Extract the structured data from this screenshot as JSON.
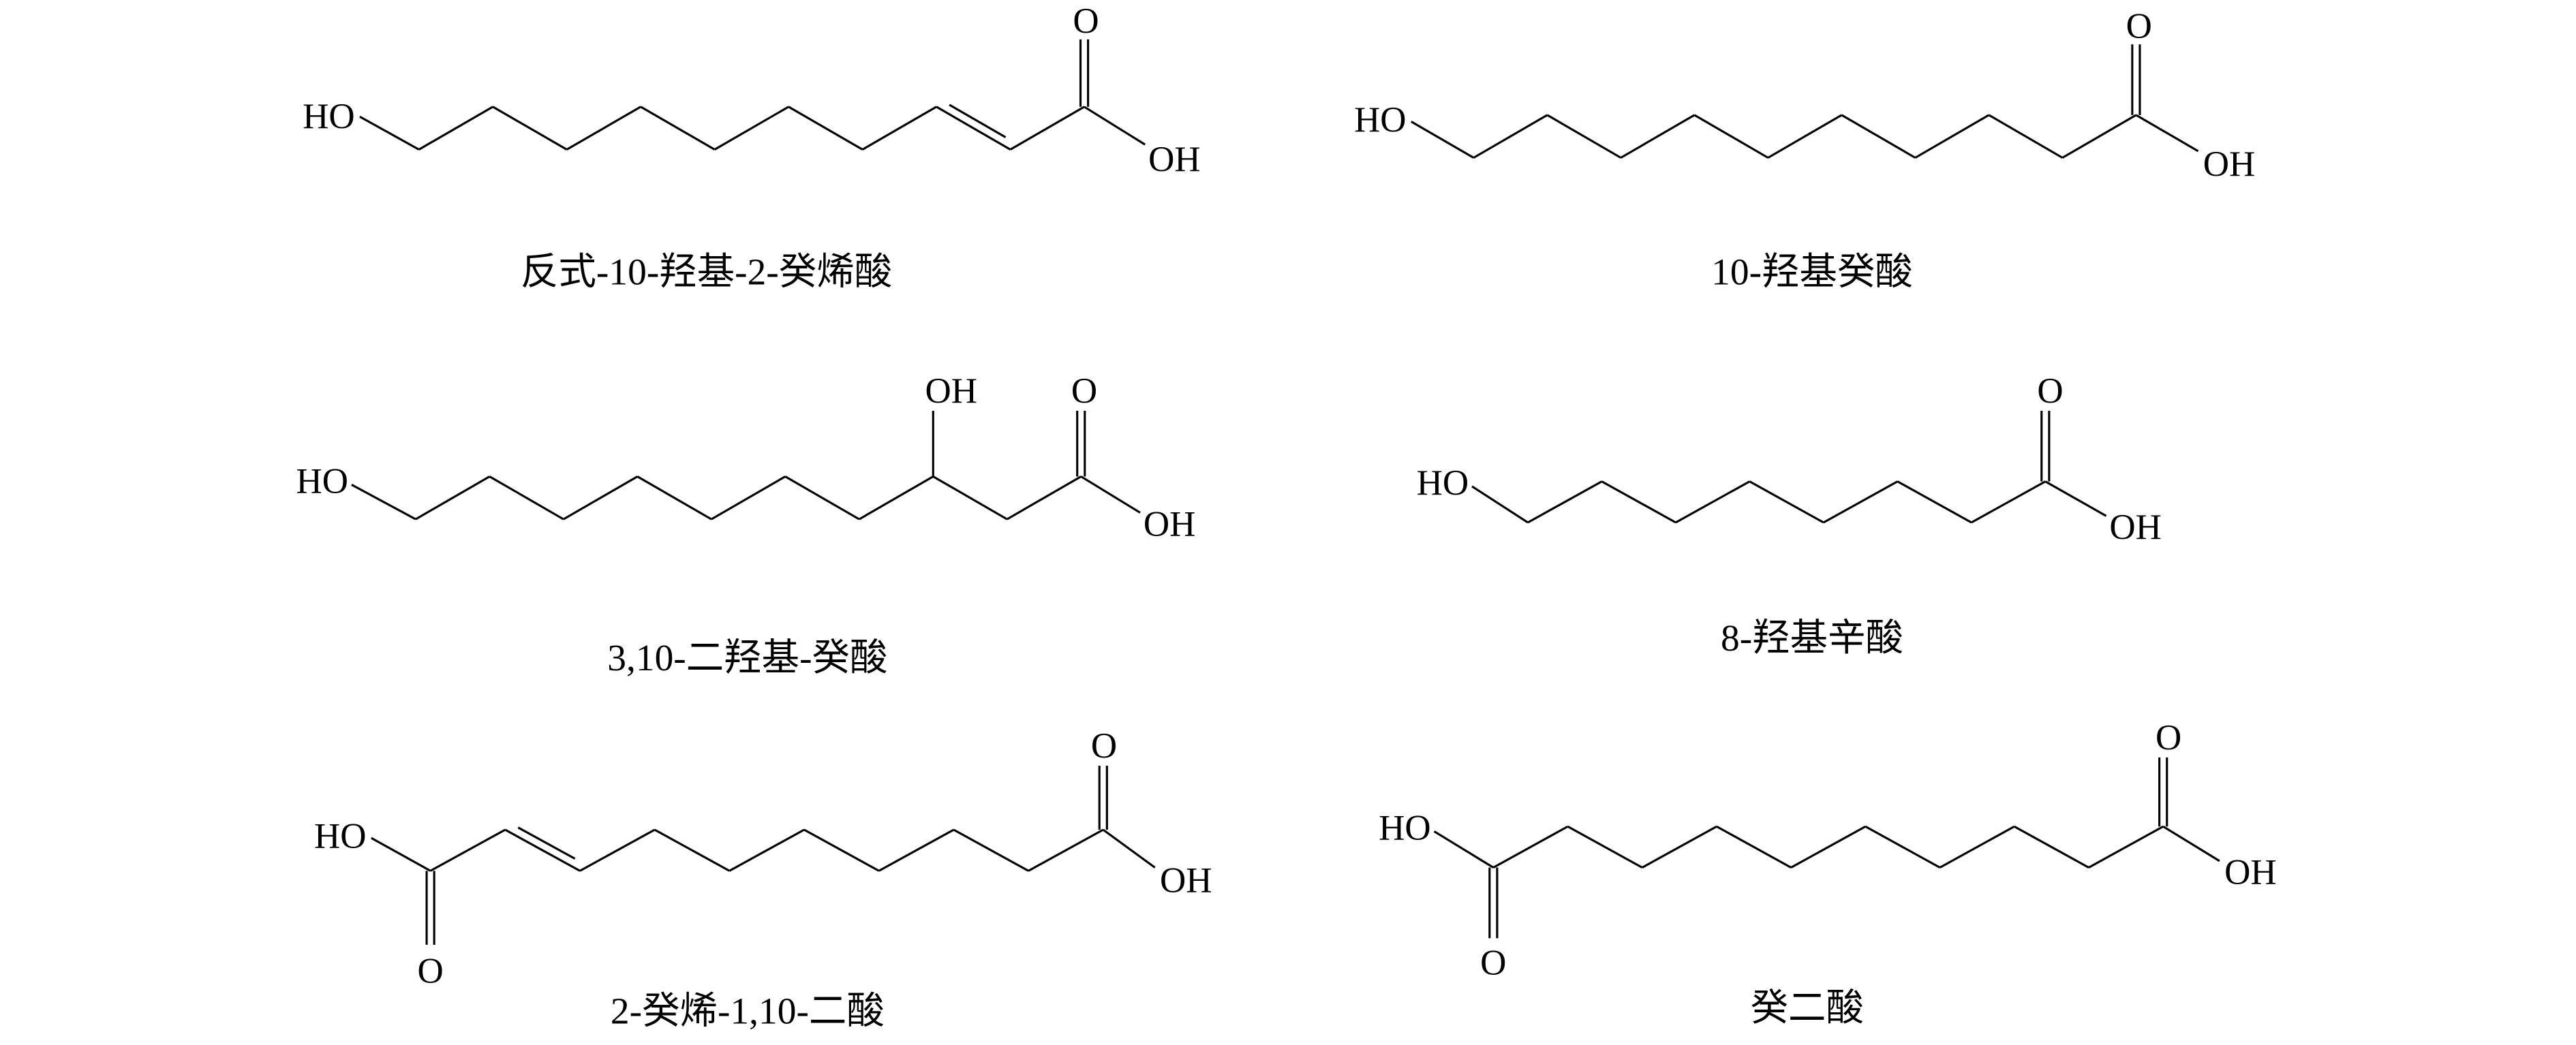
{
  "molecules": [
    {
      "name": "反式-10-羟基-2-癸烯酸",
      "labels": [
        "HO",
        "O",
        "OH"
      ]
    },
    {
      "name": "10-羟基癸酸",
      "labels": [
        "HO",
        "O",
        "OH"
      ]
    },
    {
      "name": "3,10-二羟基-癸酸",
      "labels": [
        "HO",
        "OH",
        "O",
        "OH"
      ]
    },
    {
      "name": "8-羟基辛酸",
      "labels": [
        "HO",
        "O",
        "OH"
      ]
    },
    {
      "name": "2-癸烯-1,10-二酸",
      "labels": [
        "HO",
        "O",
        "O",
        "OH"
      ]
    },
    {
      "name": "癸二酸",
      "labels": [
        "HO",
        "O",
        "O",
        "OH"
      ]
    }
  ]
}
